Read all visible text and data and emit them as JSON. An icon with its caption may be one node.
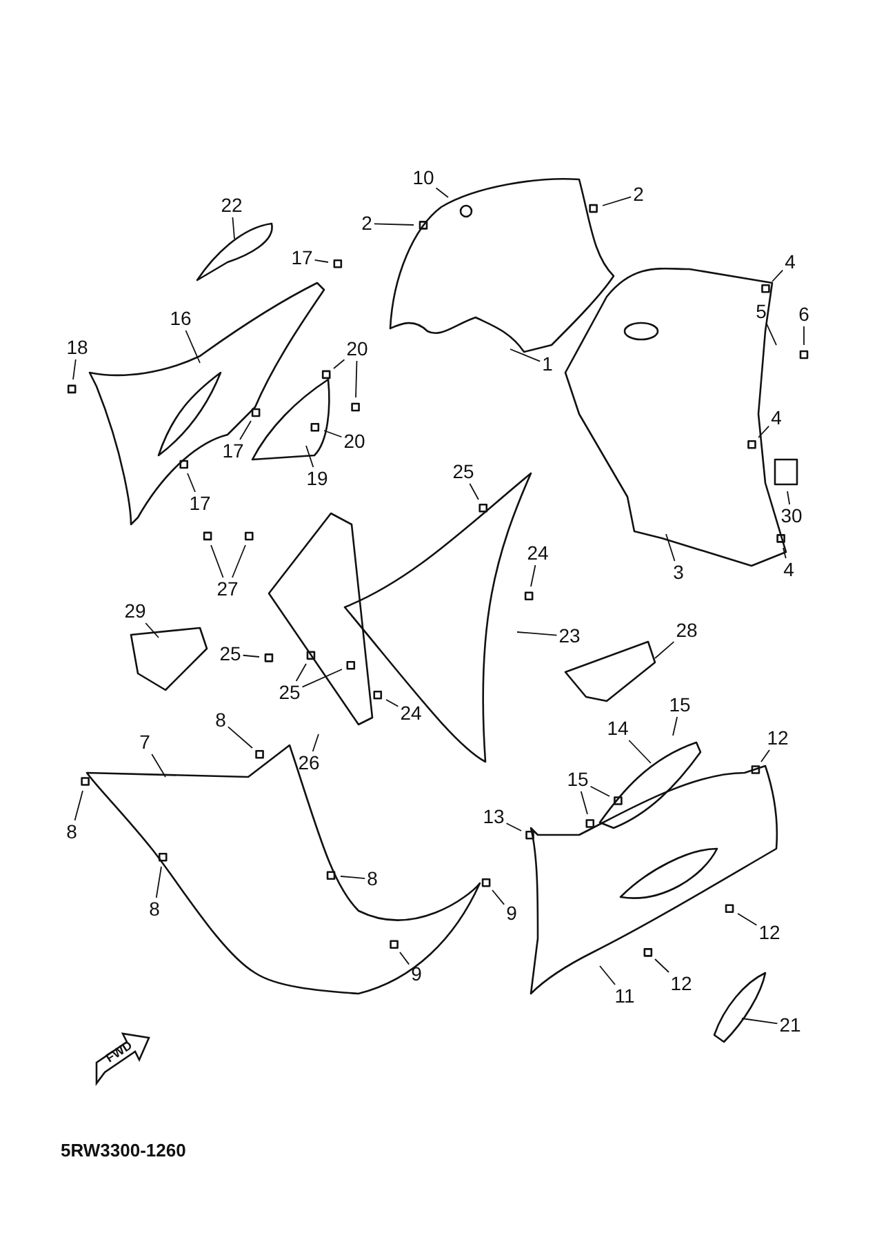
{
  "diagram": {
    "nodes": [
      {
        "text": [
          "10"
        ]
      },
      {
        "text": [
          "2"
        ]
      },
      {
        "text": [
          "22"
        ]
      },
      {
        "text": [
          "2"
        ]
      },
      {
        "text": [
          "17"
        ]
      },
      {
        "text": [
          "4"
        ]
      },
      {
        "text": [
          "5"
        ]
      },
      {
        "text": [
          "6"
        ]
      },
      {
        "text": [
          "16"
        ]
      },
      {
        "text": [
          "18"
        ]
      },
      {
        "text": [
          "20"
        ]
      },
      {
        "text": [
          "1"
        ]
      },
      {
        "text": [
          "4"
        ]
      },
      {
        "text": [
          "20"
        ]
      },
      {
        "text": [
          "17"
        ]
      },
      {
        "text": [
          "25"
        ]
      },
      {
        "text": [
          "19"
        ]
      },
      {
        "text": [
          "17"
        ]
      },
      {
        "text": [
          "30"
        ]
      },
      {
        "text": [
          "24"
        ]
      },
      {
        "text": [
          "4"
        ]
      },
      {
        "text": [
          "3"
        ]
      },
      {
        "text": [
          "27"
        ]
      },
      {
        "text": [
          "29"
        ]
      },
      {
        "text": [
          "28"
        ]
      },
      {
        "text": [
          "23"
        ]
      },
      {
        "text": [
          "25"
        ]
      },
      {
        "text": [
          "25"
        ]
      },
      {
        "text": [
          "15"
        ]
      },
      {
        "text": [
          "24"
        ]
      },
      {
        "text": [
          "8"
        ]
      },
      {
        "text": [
          "14"
        ]
      },
      {
        "text": [
          "12"
        ]
      },
      {
        "text": [
          "7"
        ]
      },
      {
        "text": [
          "26"
        ]
      },
      {
        "text": [
          "15"
        ]
      },
      {
        "text": [
          "13"
        ]
      },
      {
        "text": [
          "8"
        ]
      },
      {
        "text": [
          "8"
        ]
      },
      {
        "text": [
          "8"
        ]
      },
      {
        "text": [
          "9"
        ]
      },
      {
        "text": [
          "12"
        ]
      },
      {
        "text": [
          "9"
        ]
      },
      {
        "text": [
          "12"
        ]
      },
      {
        "text": [
          "11"
        ]
      },
      {
        "text": [
          "21"
        ]
      }
    ],
    "edges": [
      {
        "from": 0,
        "to": null,
        "arrow": "none"
      },
      {
        "from": 1,
        "to": null,
        "arrow": "none"
      },
      {
        "from": 2,
        "to": null,
        "arrow": "none"
      },
      {
        "from": 3,
        "to": null,
        "arrow": "none"
      },
      {
        "from": 4,
        "to": null,
        "arrow": "none"
      },
      {
        "from": 5,
        "to": null,
        "arrow": "none"
      },
      {
        "from": 6,
        "to": null,
        "arrow": "none"
      },
      {
        "from": 7,
        "to": null,
        "arrow": "none"
      },
      {
        "from": 8,
        "to": null,
        "arrow": "none"
      },
      {
        "from": 9,
        "to": null,
        "arrow": "none"
      },
      {
        "from": 10,
        "to": null,
        "arrow": "none"
      },
      {
        "from": 10,
        "to": null,
        "arrow": "none"
      },
      {
        "from": 11,
        "to": null,
        "arrow": "none"
      },
      {
        "from": 12,
        "to": null,
        "arrow": "none"
      },
      {
        "from": 13,
        "to": null,
        "arrow": "none"
      },
      {
        "from": 14,
        "to": null,
        "arrow": "none"
      },
      {
        "from": 15,
        "to": null,
        "arrow": "none"
      },
      {
        "from": 16,
        "to": null,
        "arrow": "none"
      },
      {
        "from": 17,
        "to": null,
        "arrow": "none"
      },
      {
        "from": 18,
        "to": null,
        "arrow": "none"
      },
      {
        "from": 19,
        "to": null,
        "arrow": "none"
      },
      {
        "from": 20,
        "to": null,
        "arrow": "none"
      },
      {
        "from": 21,
        "to": null,
        "arrow": "none"
      },
      {
        "from": 22,
        "to": null,
        "arrow": "none"
      },
      {
        "from": 22,
        "to": null,
        "arrow": "none"
      },
      {
        "from": 23,
        "to": null,
        "arrow": "none"
      },
      {
        "from": 24,
        "to": null,
        "arrow": "none"
      },
      {
        "from": 25,
        "to": null,
        "arrow": "none"
      },
      {
        "from": 26,
        "to": null,
        "arrow": "none"
      },
      {
        "from": 27,
        "to": null,
        "arrow": "none"
      },
      {
        "from": 27,
        "to": null,
        "arrow": "none"
      },
      {
        "from": 28,
        "to": null,
        "arrow": "none"
      },
      {
        "from": 29,
        "to": null,
        "arrow": "none"
      },
      {
        "from": 30,
        "to": null,
        "arrow": "none"
      },
      {
        "from": 31,
        "to": null,
        "arrow": "none"
      },
      {
        "from": 32,
        "to": null,
        "arrow": "none"
      },
      {
        "from": 33,
        "to": null,
        "arrow": "none"
      },
      {
        "from": 34,
        "to": null,
        "arrow": "none"
      },
      {
        "from": 35,
        "to": null,
        "arrow": "none"
      },
      {
        "from": 35,
        "to": null,
        "arrow": "none"
      },
      {
        "from": 36,
        "to": null,
        "arrow": "none"
      },
      {
        "from": 37,
        "to": null,
        "arrow": "none"
      },
      {
        "from": 38,
        "to": null,
        "arrow": "none"
      },
      {
        "from": 39,
        "to": null,
        "arrow": "none"
      },
      {
        "from": 40,
        "to": null,
        "arrow": "none"
      },
      {
        "from": 41,
        "to": null,
        "arrow": "none"
      },
      {
        "from": 42,
        "to": null,
        "arrow": "none"
      },
      {
        "from": 43,
        "to": null,
        "arrow": "none"
      },
      {
        "from": 44,
        "to": null,
        "arrow": "none"
      },
      {
        "from": 45,
        "to": null,
        "arrow": "none"
      }
    ],
    "labels": [
      "FWD",
      "5RW3300-1260"
    ]
  }
}
